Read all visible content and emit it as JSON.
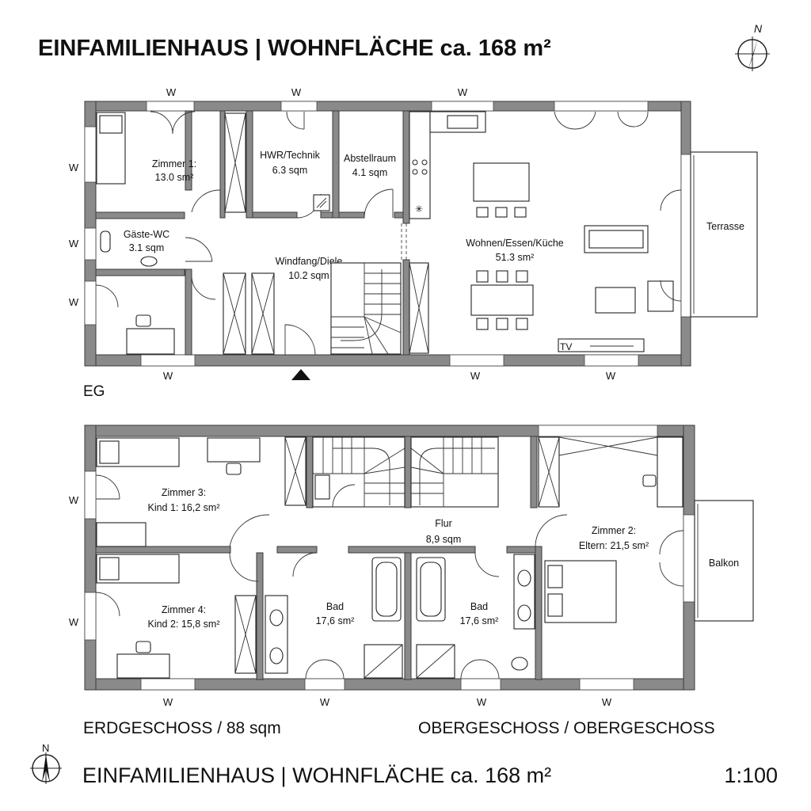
{
  "header": {
    "title": "EINFAMILIENHAUS  |  WOHNFLÄCHE ca. 168 m²",
    "north": "N"
  },
  "footer": {
    "title": "EINFAMILIENHAUS  |  WOHNFLÄCHE ca. 168 m²",
    "north": "N",
    "scale": "1:100"
  },
  "eg": {
    "label": "EG",
    "caption": "ERDGESCHOSS / 88 sqm",
    "rooms": {
      "zimmer1": [
        "Zimmer 1:",
        "13.0 sm²"
      ],
      "hwr": [
        "HWR/Technik",
        "6.3 sqm"
      ],
      "abstell": [
        "Abstellraum",
        "4.1 sqm"
      ],
      "wohnen": [
        "Wohnen/Essen/Küche",
        "51.3 sm²"
      ],
      "gaeste": [
        "Gäste-WC",
        "3.1 sqm"
      ],
      "windfang": [
        "Windfang/Diele",
        "10.2 sqm"
      ],
      "terrasse": "Terrasse",
      "tv": "TV"
    }
  },
  "og": {
    "caption": "OBERGESCHOSS / OBERGESCHOSS",
    "rooms": {
      "zimmer3": [
        "Zimmer 3:",
        "Kind 1: 16,2 sm²"
      ],
      "flur": [
        "Flur",
        "8,9 sqm"
      ],
      "zimmer2": [
        "Zimmer 2:",
        "Eltern: 21,5 sm²"
      ],
      "balkon": "Balkon",
      "zimmer4": [
        "Zimmer 4:",
        "Kind 2: 15,8 sm²"
      ],
      "bad1": [
        "Bad",
        "17,6 sm²"
      ],
      "bad2": [
        "Bad",
        "17,6 sm²"
      ]
    }
  },
  "window_mark": "W"
}
